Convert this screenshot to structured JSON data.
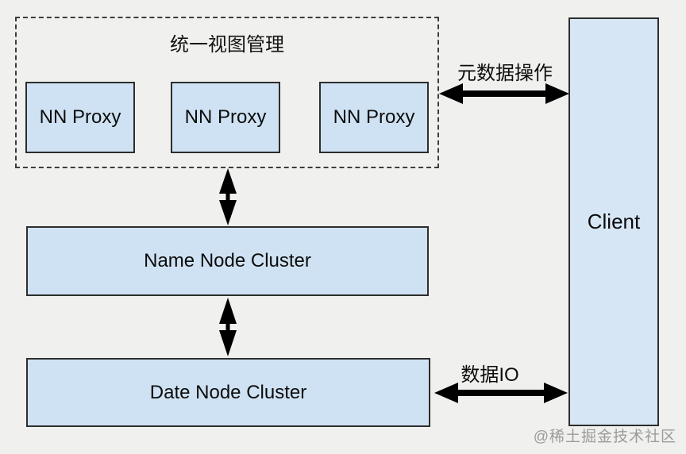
{
  "diagram": {
    "colors": {
      "background": "#f0f0ee",
      "box_fill": "#cfe2f3",
      "client_fill": "#d6e6f4",
      "box_border": "#2d2d2d",
      "arrow": "#000000"
    },
    "unified_view_group": {
      "title": "统一视图管理",
      "nodes": [
        "NN Proxy",
        "NN Proxy",
        "NN Proxy"
      ]
    },
    "name_node_cluster": {
      "label": "Name Node Cluster"
    },
    "date_node_cluster": {
      "label": "Date Node Cluster"
    },
    "client": {
      "label": "Client"
    },
    "edges": {
      "metadata_ops_label": "元数据操作",
      "data_io_label": "数据IO"
    },
    "watermark": "@稀土掘金技术社区"
  }
}
